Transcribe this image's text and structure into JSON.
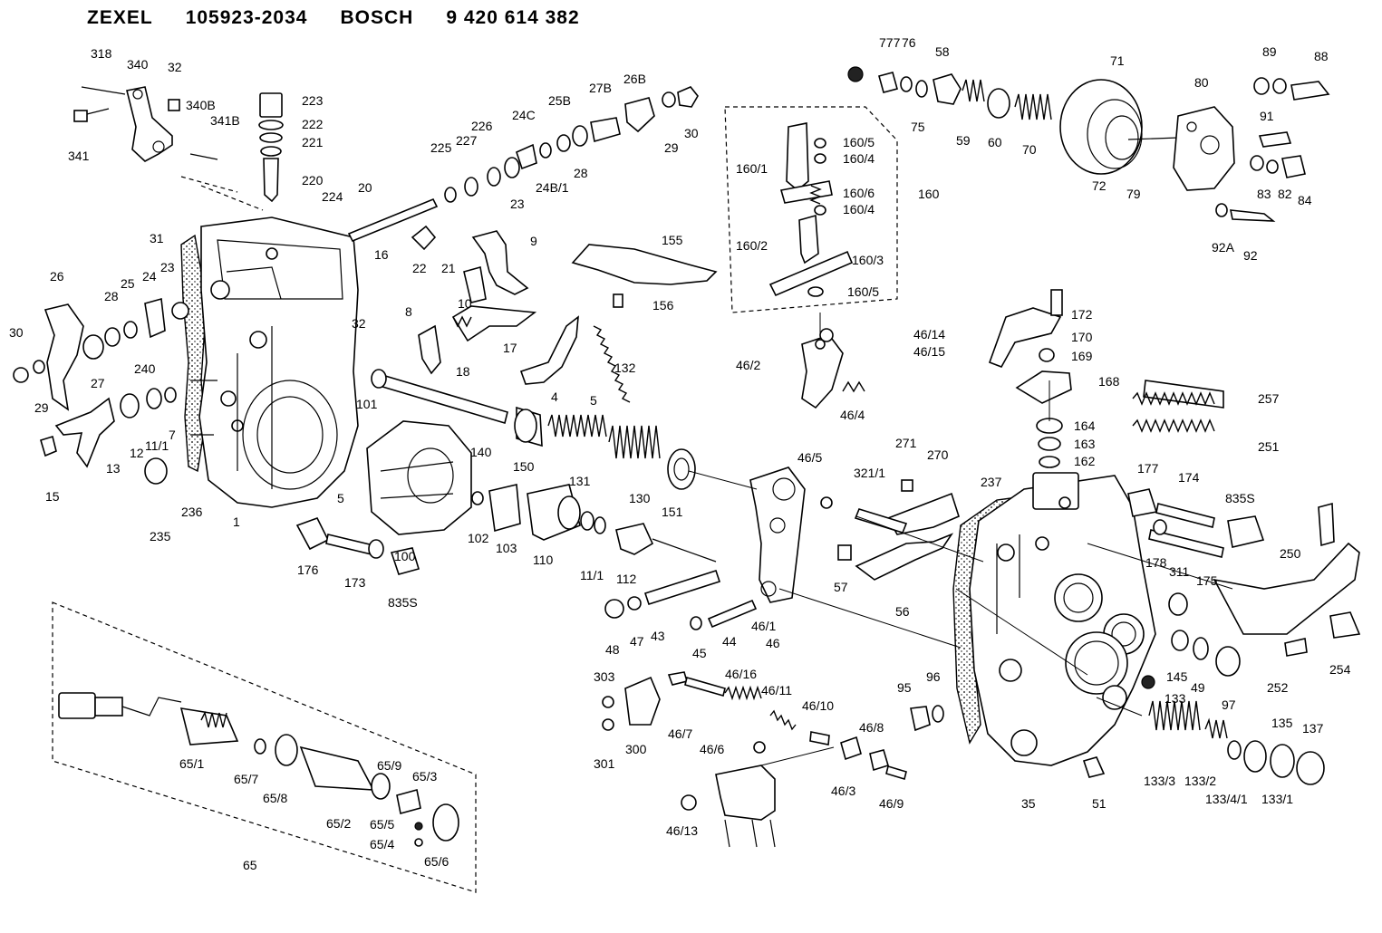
{
  "header": {
    "brand1": "ZEXEL",
    "code1": "105923-2034",
    "brand2": "BOSCH",
    "code2": "9 420 614 382"
  },
  "labels": {
    "p318": "318",
    "p340": "340",
    "p32a": "32",
    "p340b": "340B",
    "p341b": "341B",
    "p341": "341",
    "p223": "223",
    "p222": "222",
    "p221": "221",
    "p220": "220",
    "p224": "224",
    "p20": "20",
    "p225": "225",
    "p227": "227",
    "p226": "226",
    "p24c": "24C",
    "p25b": "25B",
    "p27b": "27B",
    "p26b": "26B",
    "p29a": "29",
    "p30a": "30",
    "p23a": "23",
    "p24b1": "24B/1",
    "p28a": "28",
    "p31": "31",
    "p22": "22",
    "p21": "21",
    "p9": "9",
    "p155": "155",
    "p156": "156",
    "p16": "16",
    "p32b": "32",
    "p8": "8",
    "p10": "10",
    "p17": "17",
    "p18": "18",
    "p26": "26",
    "p28b": "28",
    "p25": "25",
    "p24": "24",
    "p23b": "23",
    "p30b": "30",
    "p27": "27",
    "p240": "240",
    "p29b": "29",
    "p13": "13",
    "p12": "12",
    "p11_1a": "11/1",
    "p7": "7",
    "p15": "15",
    "p235": "235",
    "p236": "236",
    "p1": "1",
    "p101": "101",
    "p5a": "5",
    "p5b": "5",
    "p4": "4",
    "p132": "132",
    "p140": "140",
    "p150": "150",
    "p131": "131",
    "p130": "130",
    "p151": "151",
    "p100": "100",
    "p102": "102",
    "p103": "103",
    "p110": "110",
    "p11_1b": "11/1",
    "p112": "112",
    "p176": "176",
    "p173": "173",
    "p835s_a": "835S",
    "p48": "48",
    "p47": "47",
    "p43": "43",
    "p45": "45",
    "p44": "44",
    "p46_1": "46/1",
    "p46": "46",
    "p777": "777",
    "p76": "76",
    "p58": "58",
    "p71": "71",
    "p89": "89",
    "p88": "88",
    "p80": "80",
    "p75": "75",
    "p59": "59",
    "p60": "60",
    "p70": "70",
    "p72": "72",
    "p79": "79",
    "p91": "91",
    "p83": "83",
    "p82": "82",
    "p84": "84",
    "p92a": "92A",
    "p92": "92",
    "p160_5a": "160/5",
    "p160_4a": "160/4",
    "p160_1": "160/1",
    "p160_6": "160/6",
    "p160_4b": "160/4",
    "p160": "160",
    "p160_2": "160/2",
    "p160_3": "160/3",
    "p160_5b": "160/5",
    "p46_14": "46/14",
    "p46_15": "46/15",
    "p46_2": "46/2",
    "p46_4": "46/4",
    "p46_5": "46/5",
    "p172": "172",
    "p170": "170",
    "p169": "169",
    "p168": "168",
    "p257": "257",
    "p164": "164",
    "p163": "163",
    "p162": "162",
    "p251": "251",
    "p271": "271",
    "p270": "270",
    "p321_1": "321/1",
    "p237": "237",
    "p177": "177",
    "p174": "174",
    "p835s_b": "835S",
    "p57": "57",
    "p56": "56",
    "p178": "178",
    "p311": "311",
    "p175": "175",
    "p250": "250",
    "p254": "254",
    "p252": "252",
    "p145": "145",
    "p49": "49",
    "p97": "97",
    "p303": "303",
    "p301": "301",
    "p300": "300",
    "p46_7": "46/7",
    "p46_16": "46/16",
    "p46_11": "46/11",
    "p46_10": "46/10",
    "p46_6": "46/6",
    "p46_8": "46/8",
    "p46_3": "46/3",
    "p46_9": "46/9",
    "p46_13": "46/13",
    "p95": "95",
    "p96": "96",
    "p35": "35",
    "p51": "51",
    "p133": "133",
    "p135": "135",
    "p137": "137",
    "p133_3": "133/3",
    "p133_2": "133/2",
    "p133_4_1": "133/4/1",
    "p133_1": "133/1",
    "p65_1": "65/1",
    "p65_7": "65/7",
    "p65_8": "65/8",
    "p65_2": "65/2",
    "p65_9": "65/9",
    "p65_3": "65/3",
    "p65_5": "65/5",
    "p65_4": "65/4",
    "p65_6": "65/6",
    "p65": "65"
  }
}
